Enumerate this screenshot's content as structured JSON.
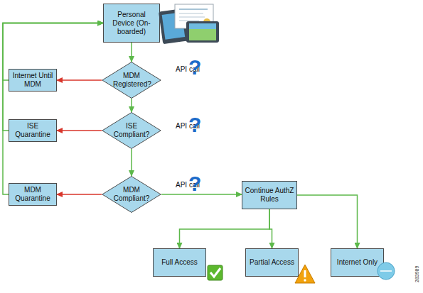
{
  "diagram": {
    "nodes": [
      {
        "text": [
          "Personal Device (On-boarded)"
        ]
      },
      {
        "text": [
          "MDM Registered?"
        ]
      },
      {
        "text": [
          "Internet Until MDM"
        ]
      },
      {
        "text": [
          "ISE Compliant?"
        ]
      },
      {
        "text": [
          "ISE Quarantine"
        ]
      },
      {
        "text": [
          "MDM Compliant?"
        ]
      },
      {
        "text": [
          "MDM Quarantine"
        ]
      },
      {
        "text": [
          "Continue AuthZ Rules"
        ]
      },
      {
        "text": [
          "Full Access"
        ]
      },
      {
        "text": [
          "Partial Access"
        ]
      },
      {
        "text": [
          "Internet Only"
        ]
      }
    ],
    "edges": [
      {
        "from": 0,
        "to": 1,
        "arrow": "to"
      },
      {
        "from": 1,
        "to": 2,
        "arrow": "to"
      },
      {
        "from": 1,
        "to": 3,
        "arrow": "to"
      },
      {
        "from": 3,
        "to": 4,
        "arrow": "to"
      },
      {
        "from": 3,
        "to": 5,
        "arrow": "to"
      },
      {
        "from": 5,
        "to": 6,
        "arrow": "to"
      },
      {
        "from": 5,
        "to": 7,
        "arrow": "to"
      },
      {
        "from": 7,
        "to": 8,
        "arrow": "to"
      },
      {
        "from": 7,
        "to": 9,
        "arrow": "to"
      },
      {
        "from": 7,
        "to": 10,
        "arrow": "to"
      },
      {
        "from": 2,
        "to": 0,
        "arrow": "to"
      },
      {
        "from": 4,
        "to": 0,
        "arrow": "to"
      },
      {
        "from": 6,
        "to": 0,
        "arrow": "to"
      }
    ],
    "labels": [
      "API call",
      "?",
      "API call",
      "?",
      "API call",
      "?",
      "283989"
    ]
  }
}
